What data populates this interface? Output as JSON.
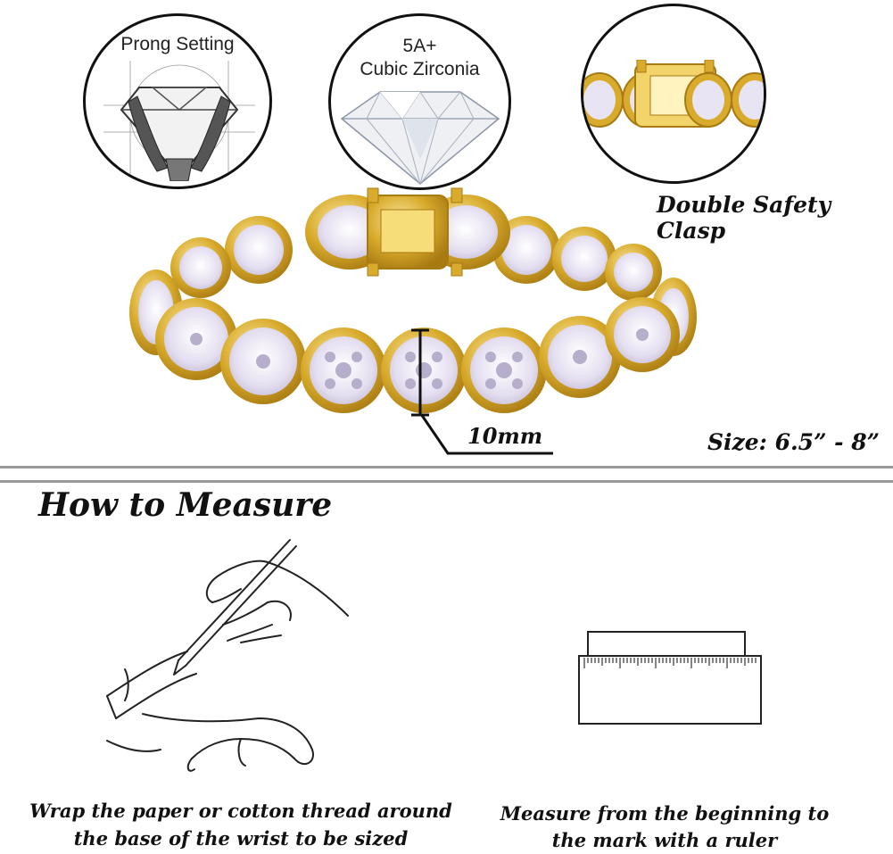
{
  "features": {
    "prong": {
      "label": "Prong Setting"
    },
    "cz": {
      "line1": "5A+",
      "line2": "Cubic Zirconia"
    },
    "clasp": {
      "label": "Double Safety Clasp"
    }
  },
  "product": {
    "width_label": "10mm",
    "size_label": "Size: 6.5” - 8”"
  },
  "measure": {
    "heading": "How to Measure",
    "step1": {
      "line1": "Wrap the paper or cotton thread around",
      "line2": "the base of the wrist to be sized"
    },
    "step2": {
      "line1": "Measure from the beginning to",
      "line2": "the mark with a ruler"
    }
  },
  "colors": {
    "gold": "#d8ab2c",
    "gold_dark": "#a87a12",
    "gold_light": "#f3d46b",
    "stone": "#e9e4f3",
    "divider": "#9a9a9a"
  }
}
